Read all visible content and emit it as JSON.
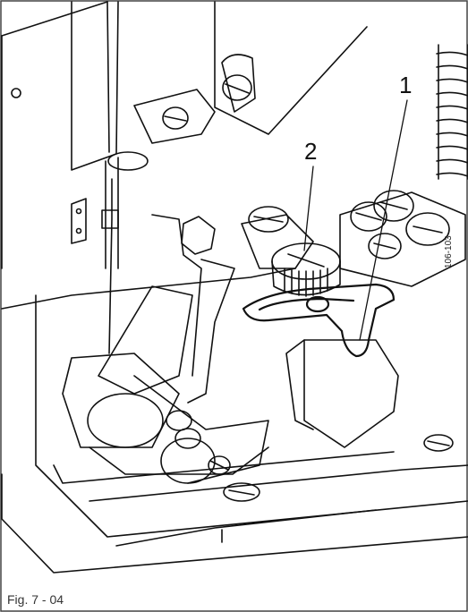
{
  "figure": {
    "caption": "Fig. 7 - 04",
    "drawing_code": "106-103",
    "callouts": [
      {
        "label": "1",
        "target": "adjustment-lever"
      },
      {
        "label": "2",
        "target": "knurled-thumb-screw"
      }
    ]
  },
  "colors": {
    "ink": "#111111",
    "paper": "#ffffff",
    "frame": "#444444"
  }
}
